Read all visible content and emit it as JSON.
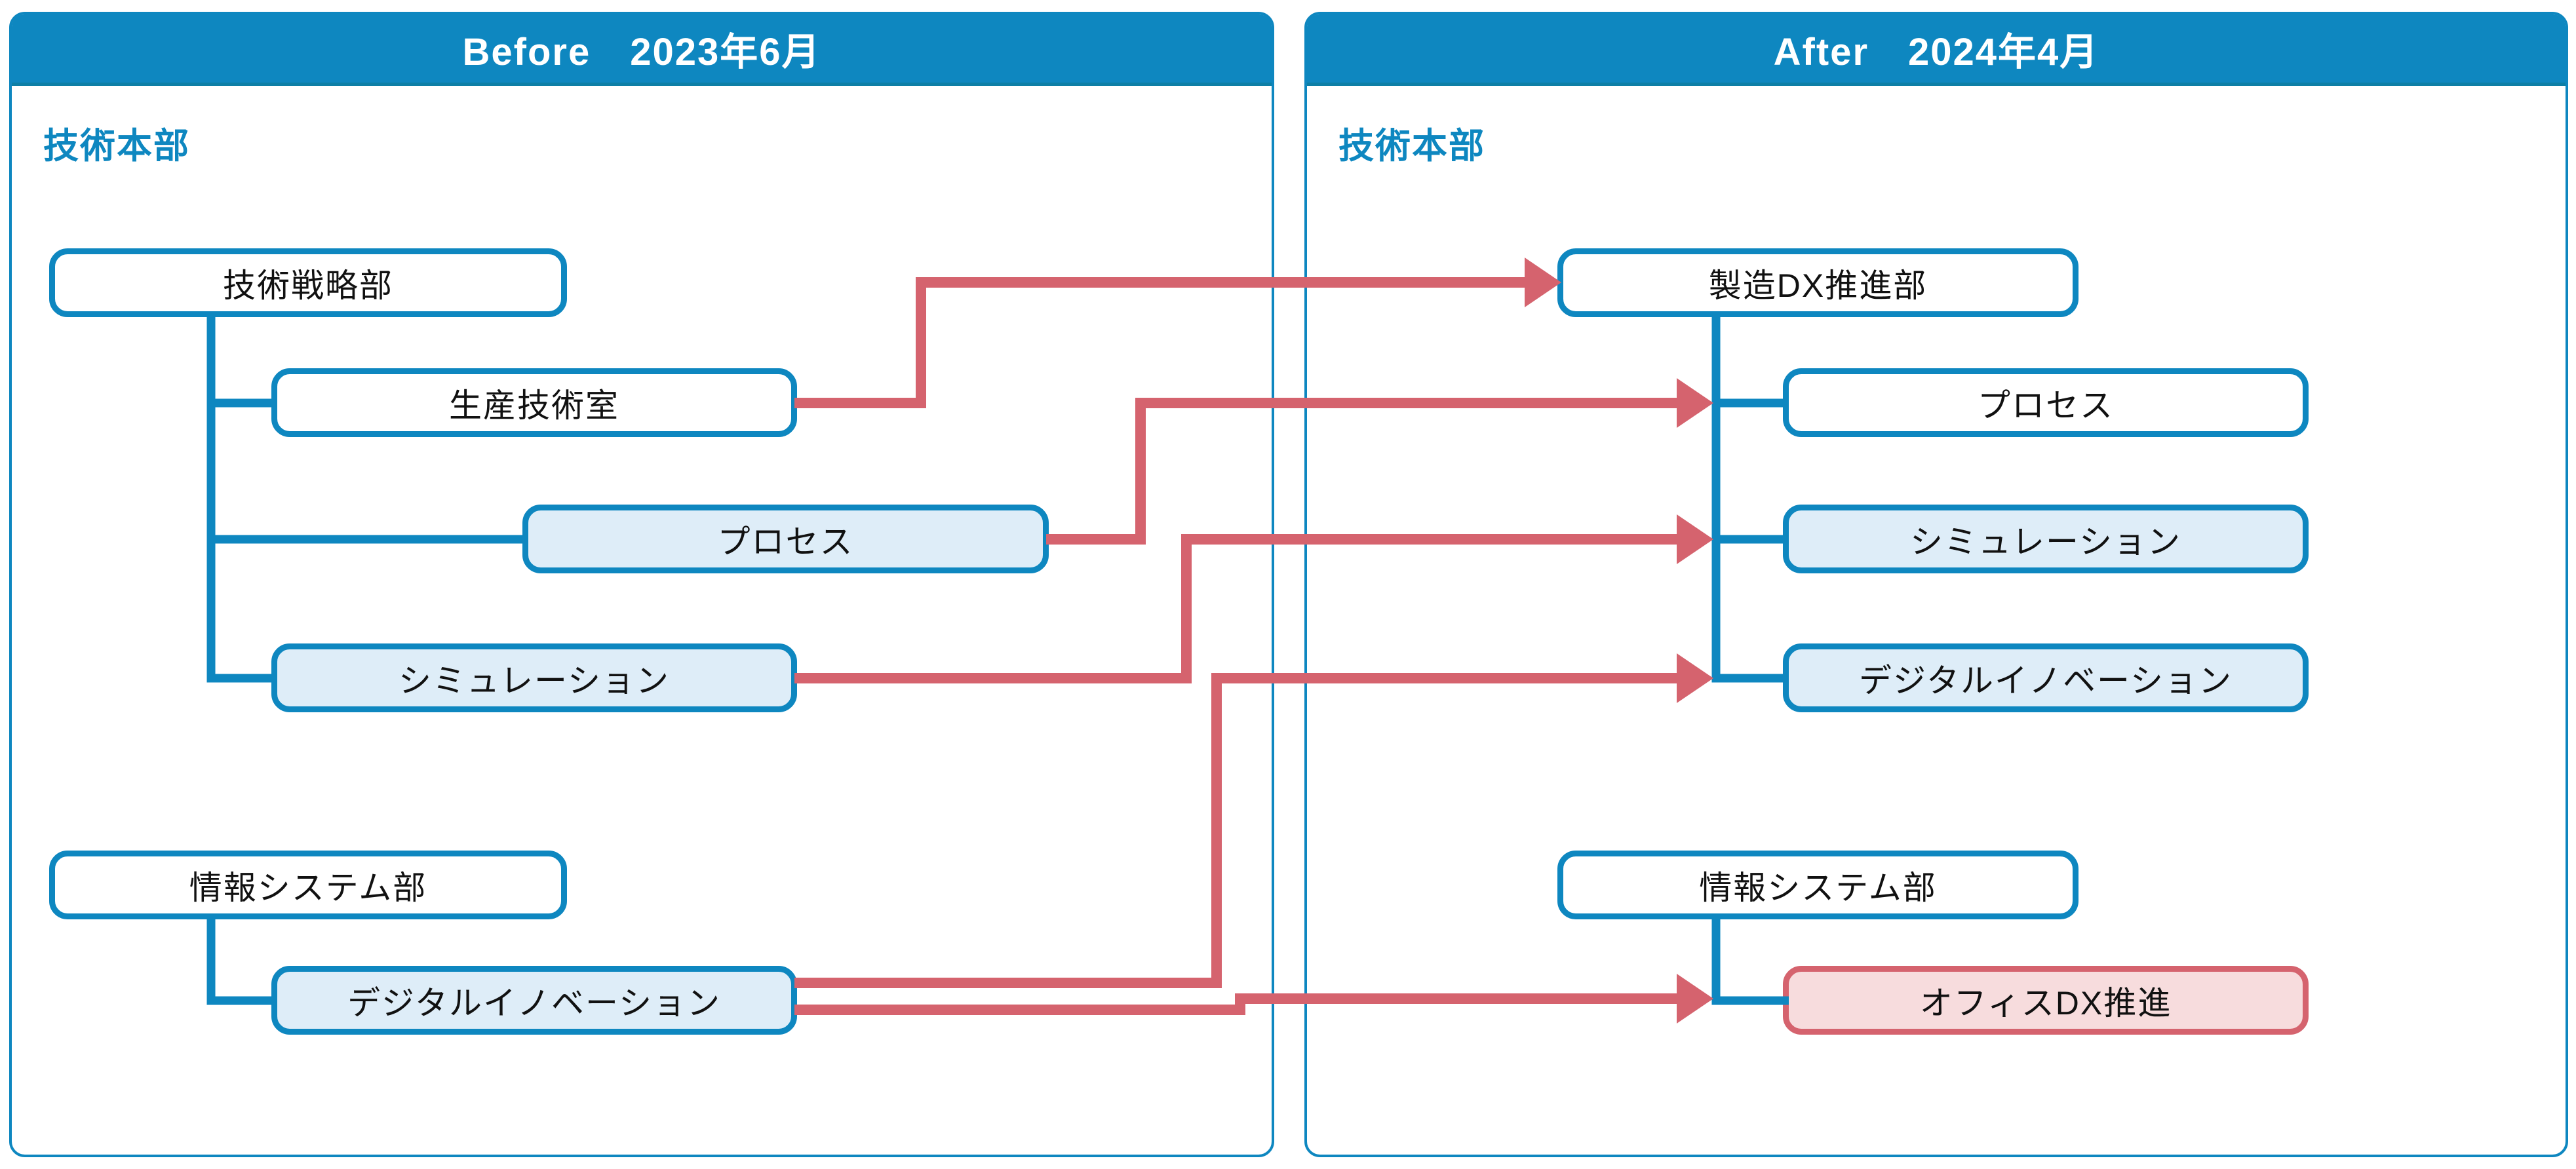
{
  "panels": [
    {
      "header": "Before　2023年6月",
      "division": "技術本部",
      "nodes": [
        {
          "label": "技術戦略部",
          "variant": "white"
        },
        {
          "label": "生産技術室",
          "variant": "white"
        },
        {
          "label": "プロセス",
          "variant": "light"
        },
        {
          "label": "シミュレーション",
          "variant": "light"
        },
        {
          "label": "情報システム部",
          "variant": "white"
        },
        {
          "label": "デジタルイノベーション",
          "variant": "light"
        }
      ]
    },
    {
      "header": "After　2024年4月",
      "division": "技術本部",
      "nodes": [
        {
          "label": "製造DX推進部",
          "variant": "white"
        },
        {
          "label": "プロセス",
          "variant": "white"
        },
        {
          "label": "シミュレーション",
          "variant": "light"
        },
        {
          "label": "デジタルイノベーション",
          "variant": "light"
        },
        {
          "label": "情報システム部",
          "variant": "white"
        },
        {
          "label": "オフィスDX推進",
          "variant": "pink"
        }
      ]
    }
  ],
  "connections": [
    {
      "from": "生産技術室",
      "to": "製造DX推進部"
    },
    {
      "from": "プロセス",
      "to": "プロセス"
    },
    {
      "from": "シミュレーション",
      "to": "シミュレーション"
    },
    {
      "from": "デジタルイノベーション",
      "to": "デジタルイノベーション"
    },
    {
      "from": "デジタルイノベーション",
      "to": "オフィスDX推進"
    }
  ],
  "colors": {
    "accent_blue": "#0e87c0",
    "light_blue_fill": "#deedf8",
    "white_fill": "#ffffff",
    "pink_fill": "#f7dcdd",
    "pink_border": "#d5636e",
    "arrow_red": "#d5636e",
    "header_text": "#ffffff",
    "node_text": "#111111"
  }
}
